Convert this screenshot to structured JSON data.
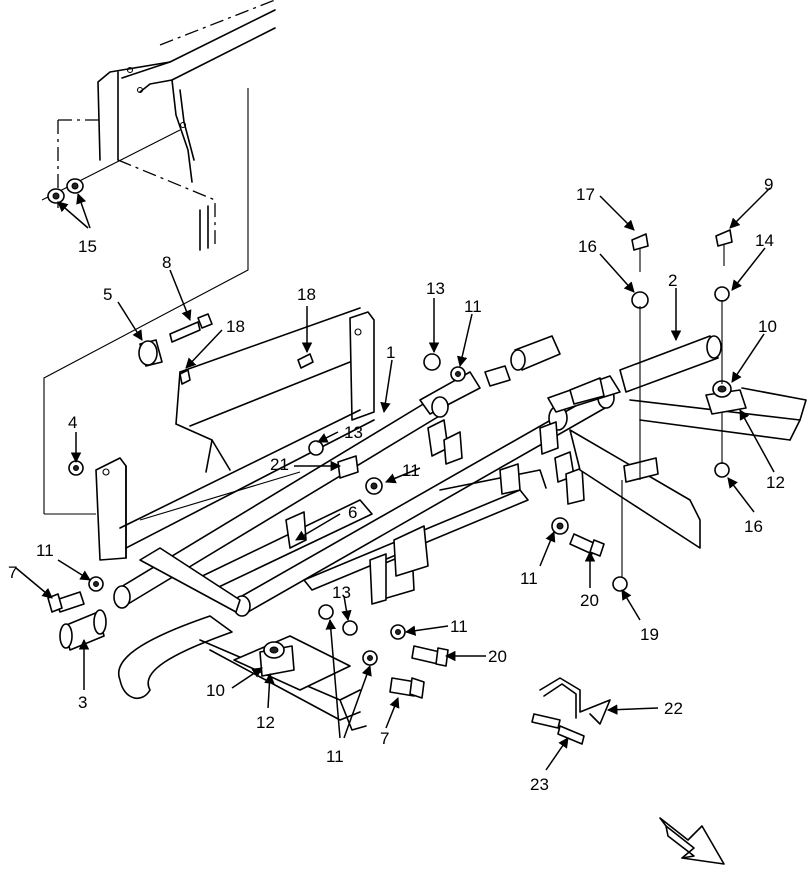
{
  "callouts": [
    {
      "key": "c15",
      "text": "15"
    },
    {
      "key": "c8",
      "text": "8"
    },
    {
      "key": "c5",
      "text": "5"
    },
    {
      "key": "c18a",
      "text": "18"
    },
    {
      "key": "c18b",
      "text": "18"
    },
    {
      "key": "c13a",
      "text": "13"
    },
    {
      "key": "c11a",
      "text": "11"
    },
    {
      "key": "c1",
      "text": "1"
    },
    {
      "key": "c17",
      "text": "17"
    },
    {
      "key": "c9",
      "text": "9"
    },
    {
      "key": "c16a",
      "text": "16"
    },
    {
      "key": "c14",
      "text": "14"
    },
    {
      "key": "c2",
      "text": "2"
    },
    {
      "key": "c10a",
      "text": "10"
    },
    {
      "key": "c12a",
      "text": "12"
    },
    {
      "key": "c16b",
      "text": "16"
    },
    {
      "key": "c4",
      "text": "4"
    },
    {
      "key": "c13b",
      "text": "13"
    },
    {
      "key": "c21",
      "text": "21"
    },
    {
      "key": "c11b",
      "text": "11"
    },
    {
      "key": "c6",
      "text": "6"
    },
    {
      "key": "c11c",
      "text": "11"
    },
    {
      "key": "c7a",
      "text": "7"
    },
    {
      "key": "c11d",
      "text": "11"
    },
    {
      "key": "c20a",
      "text": "20"
    },
    {
      "key": "c13c",
      "text": "13"
    },
    {
      "key": "c11e",
      "text": "11"
    },
    {
      "key": "c20b",
      "text": "20"
    },
    {
      "key": "c19",
      "text": "19"
    },
    {
      "key": "c3",
      "text": "3"
    },
    {
      "key": "c10b",
      "text": "10"
    },
    {
      "key": "c12b",
      "text": "12"
    },
    {
      "key": "c7b",
      "text": "7"
    },
    {
      "key": "c11f",
      "text": "11"
    },
    {
      "key": "c22",
      "text": "22"
    },
    {
      "key": "c23",
      "text": "23"
    }
  ]
}
